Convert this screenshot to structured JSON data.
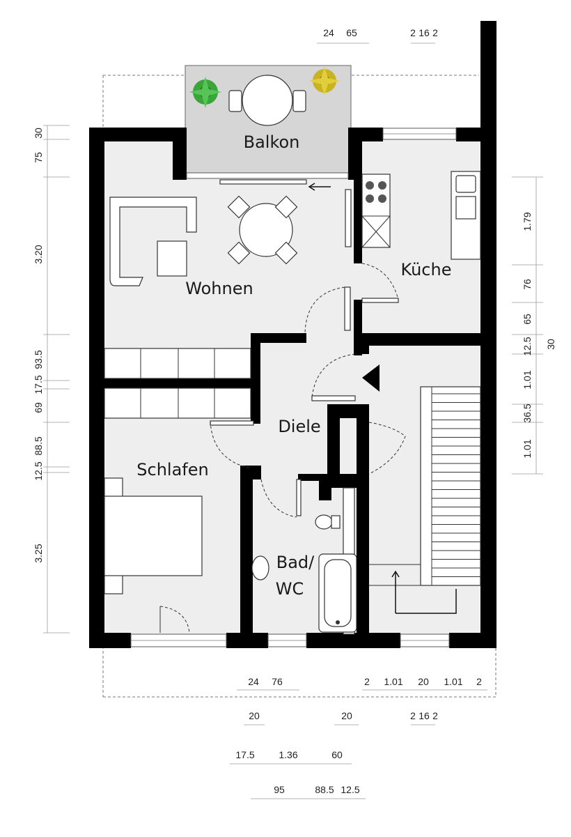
{
  "rooms": {
    "balkon": "Balkon",
    "wohnen": "Wohnen",
    "kueche": "Küche",
    "diele": "Diele",
    "schlafen": "Schlafen",
    "bad_line1": "Bad/",
    "bad_line2": "WC"
  },
  "dimensions": {
    "top": [
      "24",
      "65",
      "2",
      "16",
      "2"
    ],
    "left": [
      "30",
      "75",
      "3.20",
      "93.5",
      "17.5",
      "69",
      "88.5",
      "12.5",
      "3.25"
    ],
    "right": [
      "1.79",
      "76",
      "65",
      "12.5",
      "1.01",
      "36.5",
      "1.01"
    ],
    "right_outer": "30",
    "bottom_row1": [
      "24",
      "76",
      "2",
      "1.01",
      "20",
      "1.01",
      "2"
    ],
    "bottom_row2": [
      "20",
      "20",
      "2",
      "16",
      "2"
    ],
    "bottom_row3": [
      "17.5",
      "1.36",
      "60"
    ],
    "bottom_row4": [
      "95",
      "88.5",
      "12.5"
    ]
  },
  "colors": {
    "wall": "#000000",
    "floor": "#eeeeef",
    "balcony_floor": "#d6d6d6",
    "plant_green": "#3aa63a",
    "plant_yellow": "#c9b322"
  }
}
